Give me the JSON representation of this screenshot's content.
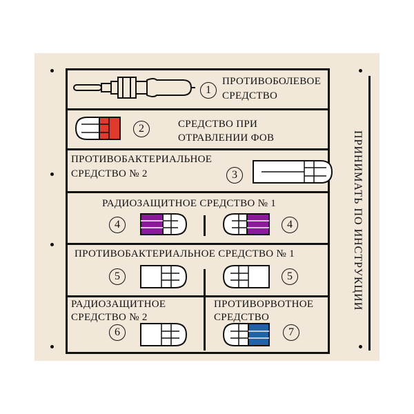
{
  "side_text": "ПРИНИМАТЬ ПО ИНСТРУКЦИИ",
  "rows": [
    {
      "label_lines": [
        "ПРОТИВОБОЛЕВОЕ",
        "СРЕДСТВО"
      ],
      "number": "1",
      "icon": "syringe-tube-icon"
    },
    {
      "label_lines": [
        "СРЕДСТВО  ПРИ",
        "ОТРАВЛЕНИИ  ФОВ"
      ],
      "number": "2",
      "icon": "red-pencil-case-icon",
      "color": "#e03a2e"
    },
    {
      "label_lines": [
        "ПРОТИВОБАКТЕРИАЛЬНОЕ",
        "СРЕДСТВО  № 2"
      ],
      "number": "3",
      "icon": "long-pencil-case-icon"
    },
    {
      "label": "РАДИОЗАЩИТНОЕ  СРЕДСТВО  № 1",
      "number": "4",
      "icon": "purple-pencil-case-icon",
      "color": "#8b1a9b"
    },
    {
      "label": "ПРОТИВОБАКТЕРИАЛЬНОЕ   СРЕДСТВО  № 1",
      "number": "5",
      "icon": "white-pencil-case-icon"
    },
    {
      "label_lines": [
        "РАДИОЗАЩИТНОЕ",
        "СРЕДСТВО № 2"
      ],
      "number": "6",
      "icon": "white-pencil-case-icon"
    },
    {
      "label_lines": [
        "ПРОТИВОРВОТНОЕ",
        "СРЕДСТВО"
      ],
      "number": "7",
      "icon": "blue-pencil-case-icon",
      "color": "#1f62a6"
    }
  ]
}
